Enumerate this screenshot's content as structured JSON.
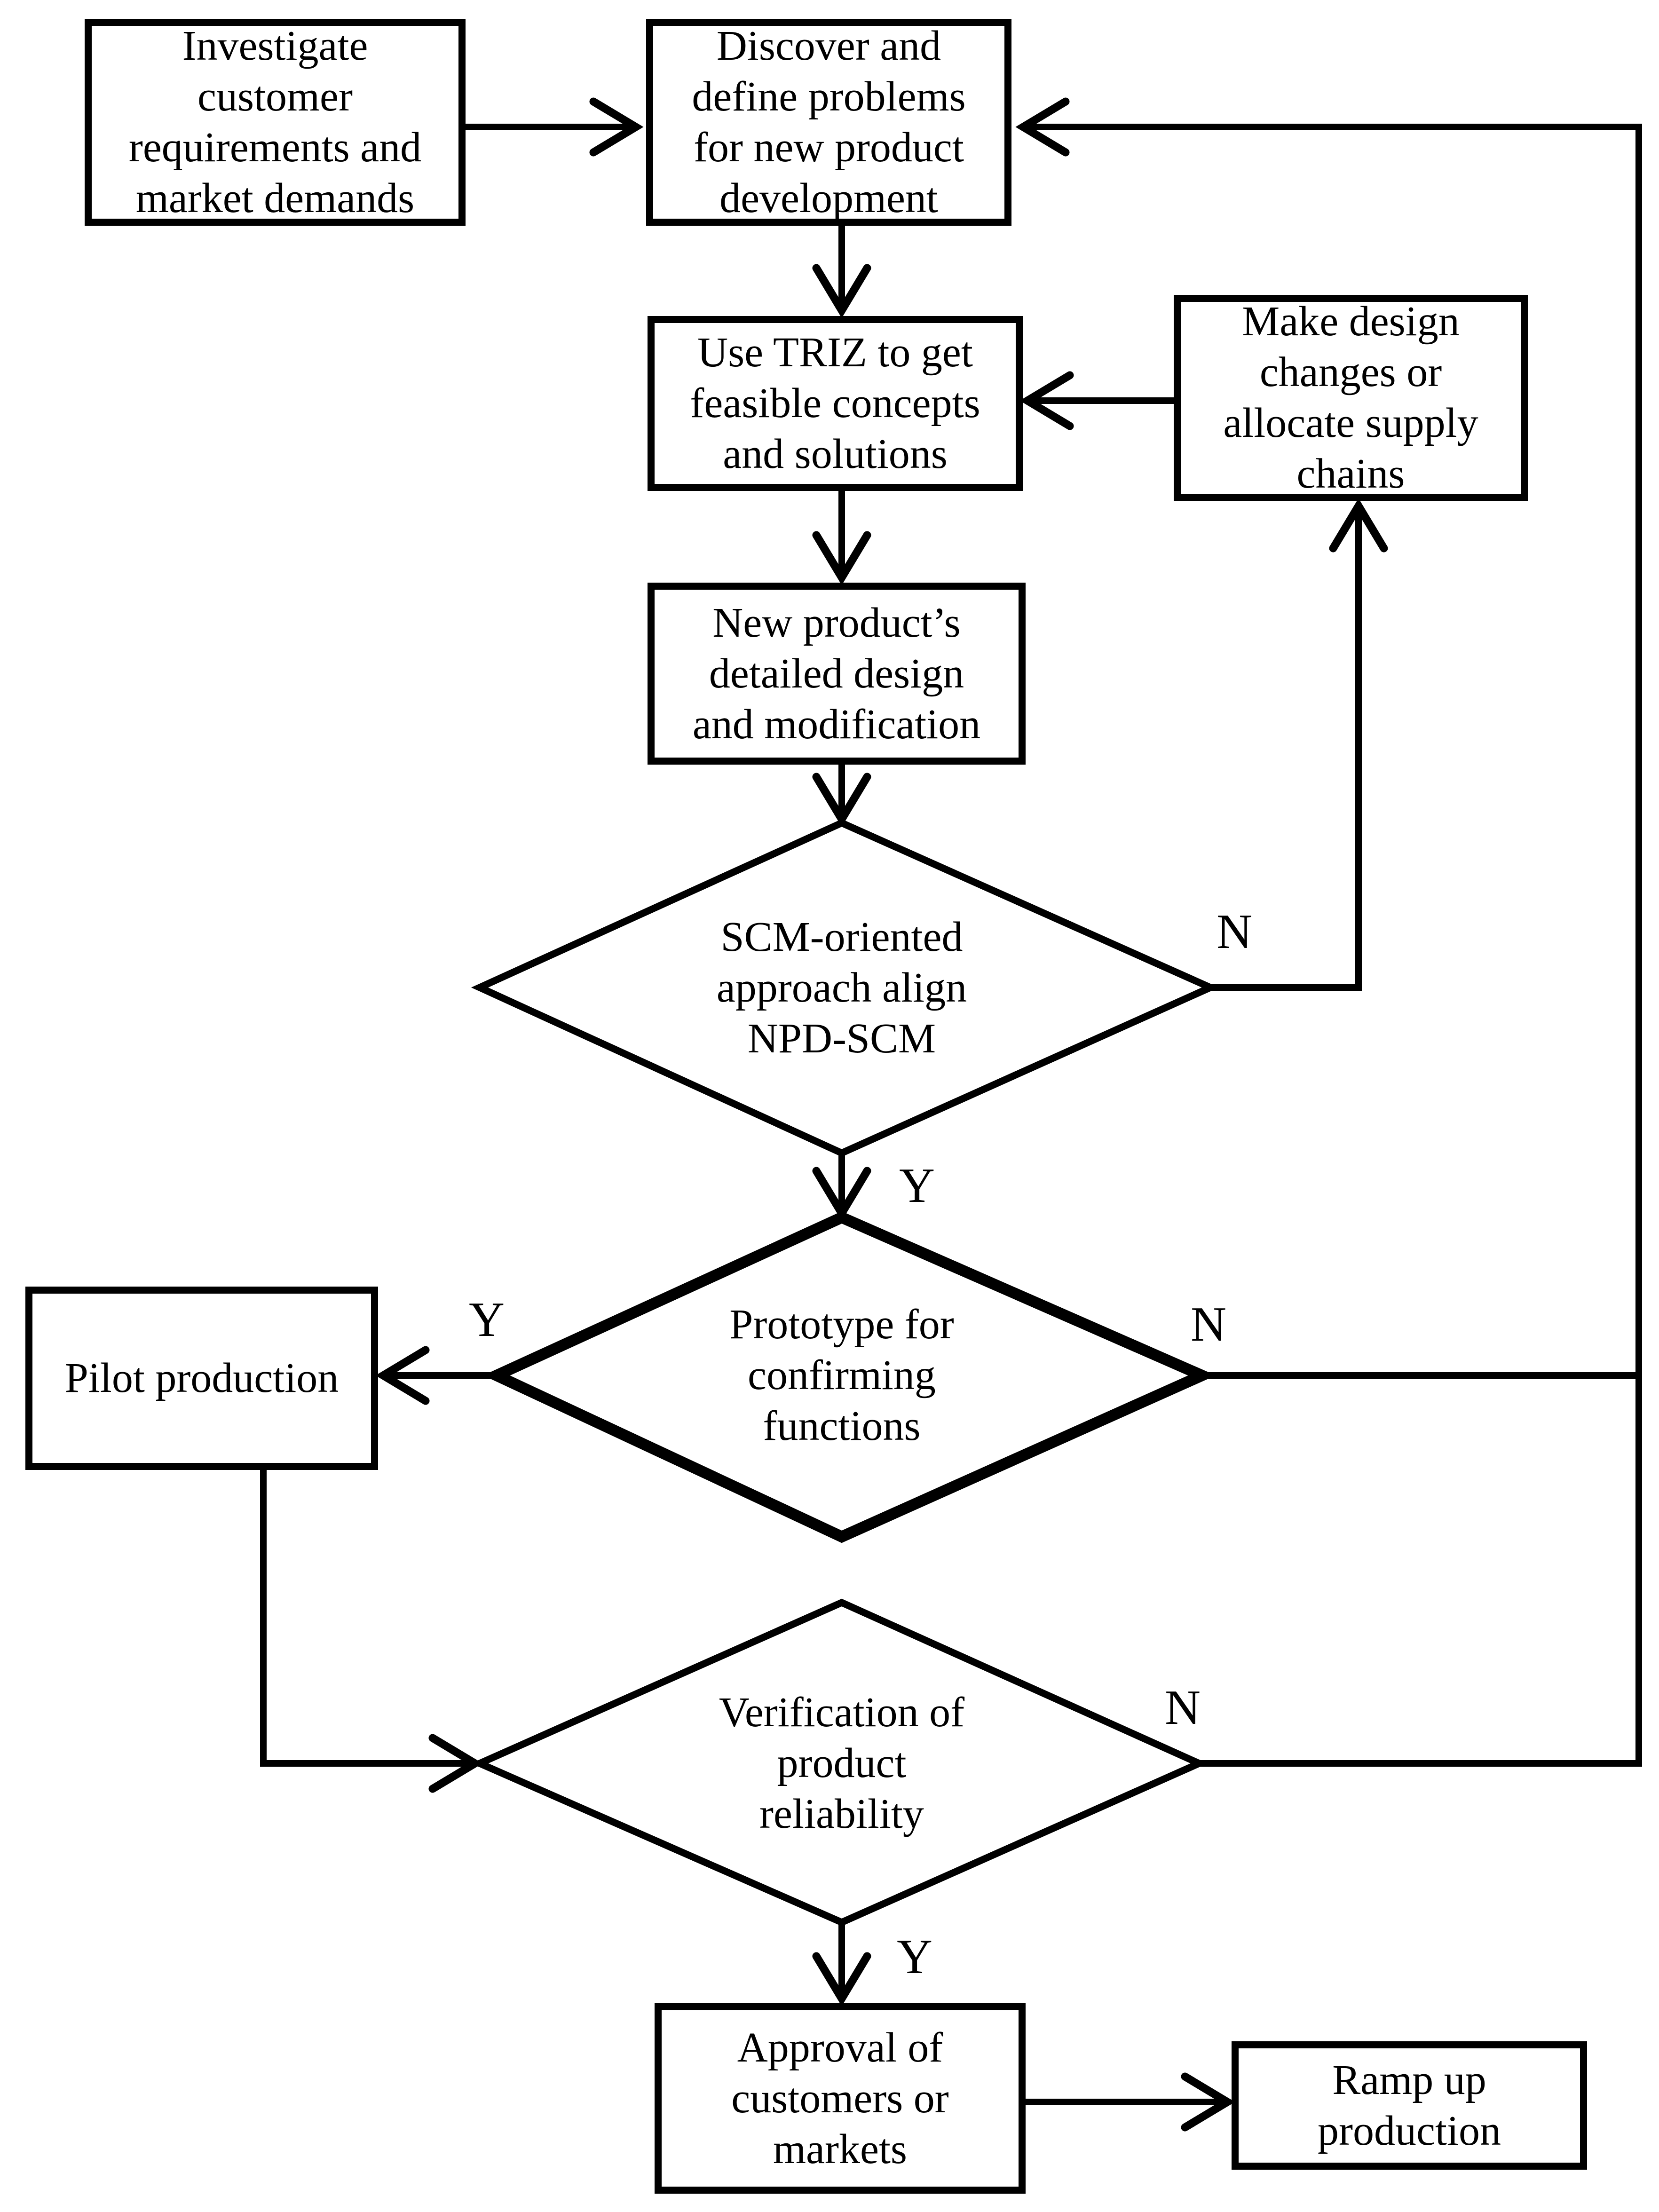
{
  "colors": {
    "line": "#000000",
    "background": "#ffffff"
  },
  "nodes": {
    "investigate": {
      "lines": [
        "Investigate",
        "customer",
        "requirements and",
        "market demands"
      ]
    },
    "discover": {
      "lines": [
        "Discover and",
        "define problems",
        "for new product",
        "development"
      ]
    },
    "triz": {
      "lines": [
        "Use TRIZ to get",
        "feasible concepts",
        "and solutions"
      ]
    },
    "make_changes": {
      "lines": [
        "Make design",
        "changes or",
        "allocate supply",
        "chains"
      ]
    },
    "detailed_design": {
      "lines": [
        "New product’s",
        "detailed design",
        "and modification"
      ]
    },
    "scm_decision": {
      "lines": [
        "SCM-oriented",
        "approach align",
        "NPD-SCM"
      ]
    },
    "prototype_decision": {
      "lines": [
        "Prototype for",
        "confirming",
        "functions"
      ]
    },
    "pilot": {
      "lines": [
        "Pilot production"
      ]
    },
    "verification_decision": {
      "lines": [
        "Verification of",
        "product",
        "reliability"
      ]
    },
    "approval": {
      "lines": [
        "Approval of",
        "customers or",
        "markets"
      ]
    },
    "ramp_up": {
      "lines": [
        "Ramp up",
        "production"
      ]
    }
  },
  "branch_labels": {
    "scm_no": "N",
    "scm_yes": "Y",
    "prototype_yes": "Y",
    "prototype_no": "N",
    "verification_no": "N",
    "verification_yes": "Y"
  }
}
